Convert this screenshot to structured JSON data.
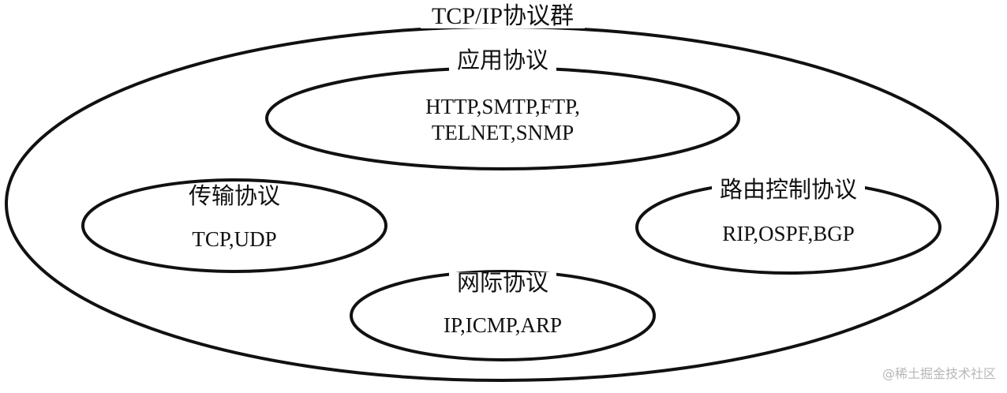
{
  "title": "TCP/IP协议群",
  "groups": {
    "application": {
      "title": "应用协议",
      "protocols": [
        "HTTP,SMTP,FTP,",
        "TELNET,SNMP"
      ]
    },
    "transport": {
      "title": "传输协议",
      "protocols": "TCP,UDP"
    },
    "routing": {
      "title": "路由控制协议",
      "protocols": "RIP,OSPF,BGP"
    },
    "internet": {
      "title": "网际协议",
      "protocols": "IP,ICMP,ARP"
    }
  },
  "watermark": "@稀土掘金技术社区",
  "colors": {
    "stroke": "#111111",
    "background": "#ffffff",
    "watermark": "#b7b7b7"
  }
}
